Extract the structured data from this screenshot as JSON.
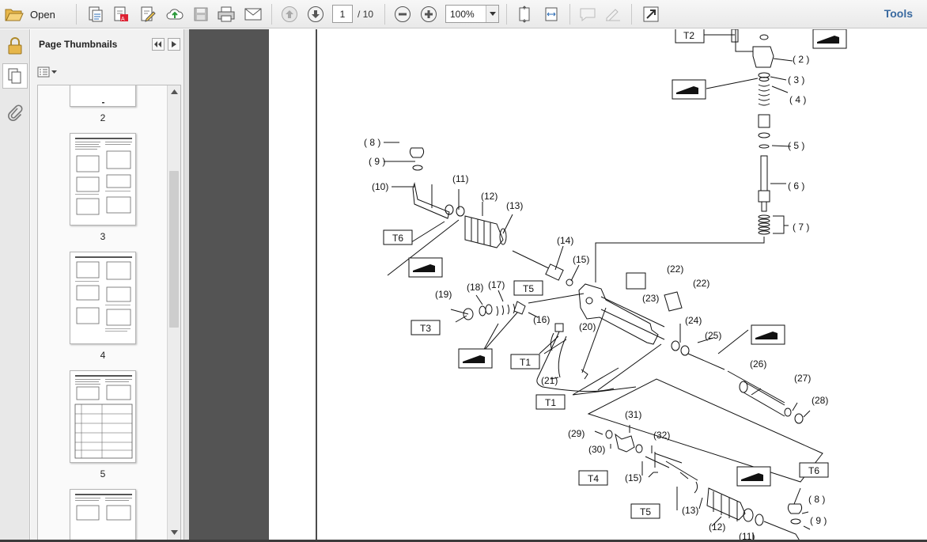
{
  "toolbar": {
    "open_label": "Open",
    "current_page": "1",
    "page_total": "/ 10",
    "zoom_value": "100%",
    "tools_label": "Tools",
    "icons": [
      "folder-open-icon",
      "create-pdf-icon",
      "export-pdf-icon",
      "edit-pdf-icon",
      "upload-cloud-icon",
      "save-icon",
      "print-icon",
      "email-icon",
      "page-up-icon",
      "page-down-icon",
      "zoom-out-icon",
      "zoom-in-icon",
      "fit-page-icon",
      "fit-width-icon",
      "comment-icon",
      "sign-icon",
      "fullscreen-icon"
    ]
  },
  "sidebar": {
    "title": "Page Thumbnails",
    "thumbnails": [
      {
        "label": "2"
      },
      {
        "label": "3"
      },
      {
        "label": "4"
      },
      {
        "label": "5"
      },
      {
        "label": ""
      }
    ]
  },
  "diagram": {
    "callouts": [
      {
        "id": "c2",
        "text": "( 2 )"
      },
      {
        "id": "c3",
        "text": "( 3 )"
      },
      {
        "id": "c4",
        "text": "( 4 )"
      },
      {
        "id": "c5",
        "text": "( 5 )"
      },
      {
        "id": "c6",
        "text": "( 6 )"
      },
      {
        "id": "c7",
        "text": "( 7 )"
      },
      {
        "id": "c8a",
        "text": "( 8 )"
      },
      {
        "id": "c9a",
        "text": "( 9 )"
      },
      {
        "id": "c10",
        "text": "(10)"
      },
      {
        "id": "c11a",
        "text": "(11)"
      },
      {
        "id": "c12a",
        "text": "(12)"
      },
      {
        "id": "c13a",
        "text": "(13)"
      },
      {
        "id": "c14",
        "text": "(14)"
      },
      {
        "id": "c15a",
        "text": "(15)"
      },
      {
        "id": "c16",
        "text": "(16)"
      },
      {
        "id": "c17",
        "text": "(17)"
      },
      {
        "id": "c18",
        "text": "(18)"
      },
      {
        "id": "c19",
        "text": "(19)"
      },
      {
        "id": "c20",
        "text": "(20)"
      },
      {
        "id": "c21",
        "text": "(21)"
      },
      {
        "id": "c22a",
        "text": "(22)"
      },
      {
        "id": "c22b",
        "text": "(22)"
      },
      {
        "id": "c23",
        "text": "(23)"
      },
      {
        "id": "c24",
        "text": "(24)"
      },
      {
        "id": "c25",
        "text": "(25)"
      },
      {
        "id": "c26",
        "text": "(26)"
      },
      {
        "id": "c27",
        "text": "(27)"
      },
      {
        "id": "c28",
        "text": "(28)"
      },
      {
        "id": "c29",
        "text": "(29)"
      },
      {
        "id": "c30",
        "text": "(30)"
      },
      {
        "id": "c31",
        "text": "(31)"
      },
      {
        "id": "c32",
        "text": "(32)"
      },
      {
        "id": "c15b",
        "text": "(15)"
      },
      {
        "id": "c13b",
        "text": "(13)"
      },
      {
        "id": "c12b",
        "text": "(12)"
      },
      {
        "id": "c11b",
        "text": "(11)"
      },
      {
        "id": "c8b",
        "text": "( 8 )"
      },
      {
        "id": "c9b",
        "text": "( 9 )"
      }
    ],
    "torque_labels": [
      {
        "id": "t2",
        "text": "T2"
      },
      {
        "id": "t6a",
        "text": "T6"
      },
      {
        "id": "t5a",
        "text": "T5"
      },
      {
        "id": "t3",
        "text": "T3"
      },
      {
        "id": "t1a",
        "text": "T1"
      },
      {
        "id": "t1b",
        "text": "T1"
      },
      {
        "id": "t4",
        "text": "T4"
      },
      {
        "id": "t5b",
        "text": "T5"
      },
      {
        "id": "t6b",
        "text": "T6"
      }
    ]
  }
}
